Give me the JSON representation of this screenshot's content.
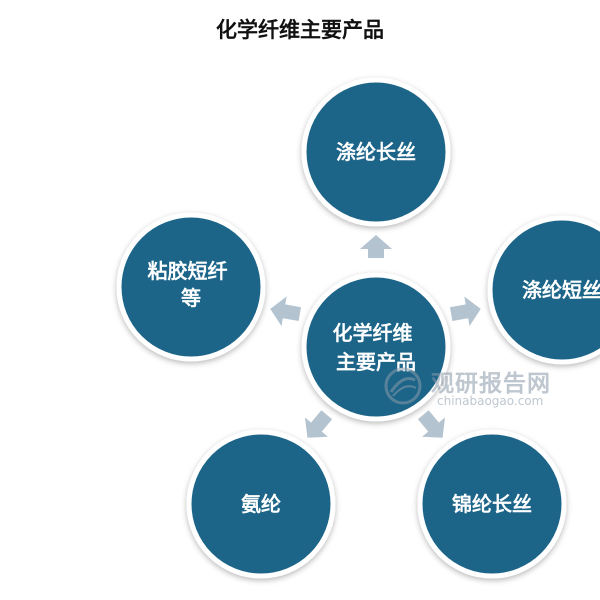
{
  "title": "化学纤维主要产品",
  "center": {
    "lines": [
      "化学纤维",
      "主要产品"
    ]
  },
  "nodes": [
    {
      "id": "top",
      "lines": [
        "涤纶长丝"
      ]
    },
    {
      "id": "right",
      "lines": [
        "涤纶短丝"
      ]
    },
    {
      "id": "bottom-right",
      "lines": [
        "锦纶长丝"
      ]
    },
    {
      "id": "bottom-left",
      "lines": [
        "氨纶"
      ]
    },
    {
      "id": "left",
      "lines": [
        "粘胶短纤",
        "等"
      ]
    }
  ],
  "colors": {
    "node_fill": "#1b6589",
    "node_border": "#ffffff",
    "arrow": "#b4c3d0",
    "shadow": "#c9d2da"
  },
  "watermark": {
    "cn": "观研报告网",
    "en": "chinabaogao.com"
  }
}
